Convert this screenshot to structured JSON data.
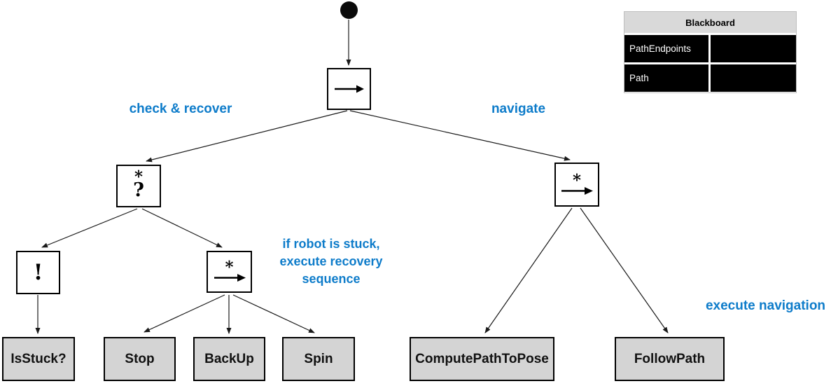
{
  "diagram": {
    "nodes": {
      "root_sequence": {
        "symbol": "→"
      },
      "recover_fallback": {
        "star": "*",
        "symbol": "?"
      },
      "stuck_inverter": {
        "symbol": "!"
      },
      "recovery_sequence": {
        "star": "*",
        "symbol": "→"
      },
      "navigation_sequence": {
        "star": "*",
        "symbol": "→"
      }
    },
    "leaves": [
      "IsStuck?",
      "Stop",
      "BackUp",
      "Spin",
      "ComputePathToPose",
      "FollowPath"
    ],
    "annotations": {
      "check_recover": "check & recover",
      "navigate": "navigate",
      "recovery_note": "if robot is stuck,\nexecute recovery\nsequence",
      "execute_navigation": "execute navigation"
    },
    "colors": {
      "annotation_blue": "#0e7cca",
      "leaf_fill": "#d4d4d4",
      "node_border": "#000000",
      "blackboard_header_bg": "#d9d9d9",
      "blackboard_cell_bg": "#000000"
    }
  },
  "blackboard": {
    "title": "Blackboard",
    "rows": [
      {
        "key": "PathEndpoints",
        "value": ""
      },
      {
        "key": "Path",
        "value": ""
      }
    ]
  }
}
